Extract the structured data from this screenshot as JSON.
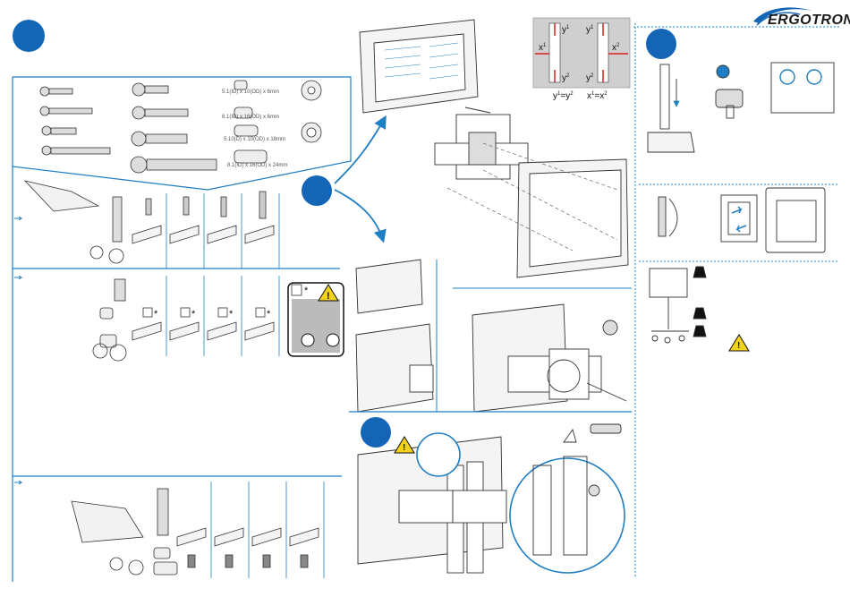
{
  "brand": {
    "name": "ERGOTRON",
    "trademark": "®"
  },
  "colors": {
    "accent": "#1565b7",
    "line": "#1f7fc4",
    "warning": "#f2d21b",
    "guide_red": "#d62020",
    "panel_gray": "#cfcfcf"
  },
  "hardware": {
    "spacers": [
      {
        "label": "5.1(ID) x 10(OD) x 6mm"
      },
      {
        "label": "8.1(ID) x 16(OD) x 6mm"
      },
      {
        "label": "5.10(D) x 10(OD) x 18mm"
      },
      {
        "label": "8.1(ID) x 16(OD) x 24mm"
      }
    ]
  },
  "leveling_detail": {
    "labels": {
      "y1": "y",
      "y2": "y",
      "x1": "x",
      "x2": "x"
    },
    "superscripts": {
      "y1": "1",
      "y2": "2",
      "x1": "1",
      "x2": "2"
    },
    "equations": [
      {
        "lhs": "y",
        "lhs_sup": "1",
        "rhs": "y",
        "rhs_sup": "2"
      },
      {
        "lhs": "x",
        "lhs_sup": "1",
        "rhs": "x",
        "rhs_sup": "2"
      }
    ]
  },
  "marks": {
    "asterisk": "*",
    "equals": "="
  },
  "icons": [
    "step-circle-icon",
    "warning-icon",
    "weight-icon",
    "drill-icon",
    "rotate-icon",
    "screw-icon",
    "washer-icon",
    "spacer-icon",
    "happy-face-icon",
    "sad-face-icon",
    "two-person-lift-icon",
    "arrow-icon"
  ]
}
